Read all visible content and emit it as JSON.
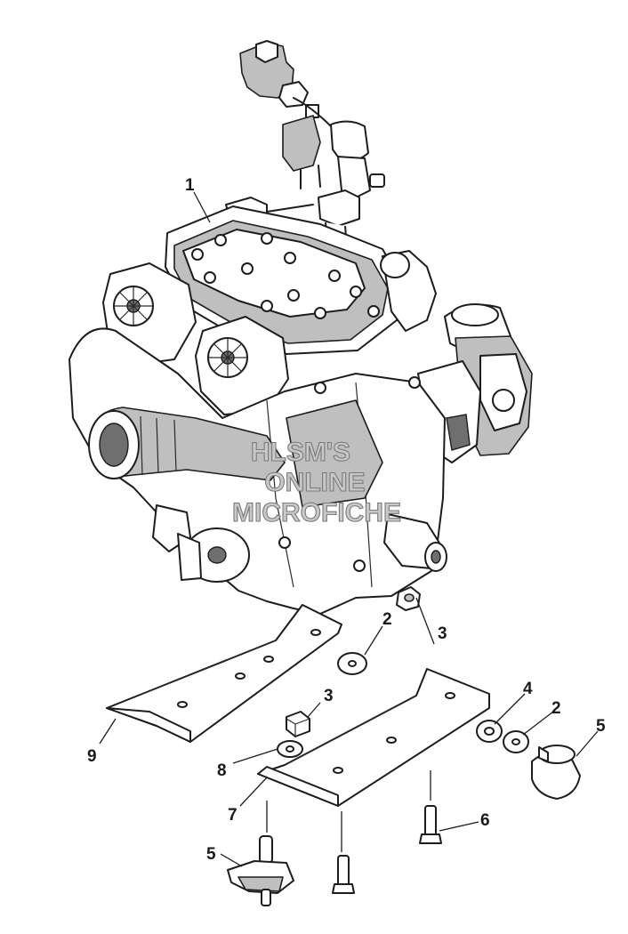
{
  "callouts": [
    {
      "id": "1",
      "label": "1"
    },
    {
      "id": "2a",
      "label": "2"
    },
    {
      "id": "3a",
      "label": "3"
    },
    {
      "id": "3b",
      "label": "3"
    },
    {
      "id": "4",
      "label": "4"
    },
    {
      "id": "2b",
      "label": "2"
    },
    {
      "id": "5a",
      "label": "5"
    },
    {
      "id": "9",
      "label": "9"
    },
    {
      "id": "8",
      "label": "8"
    },
    {
      "id": "7",
      "label": "7"
    },
    {
      "id": "6",
      "label": "6"
    },
    {
      "id": "5b",
      "label": "5"
    }
  ],
  "watermark": {
    "line1": "HLSM'S",
    "line2": "ONLINE",
    "line3": "MICROFICHE"
  }
}
